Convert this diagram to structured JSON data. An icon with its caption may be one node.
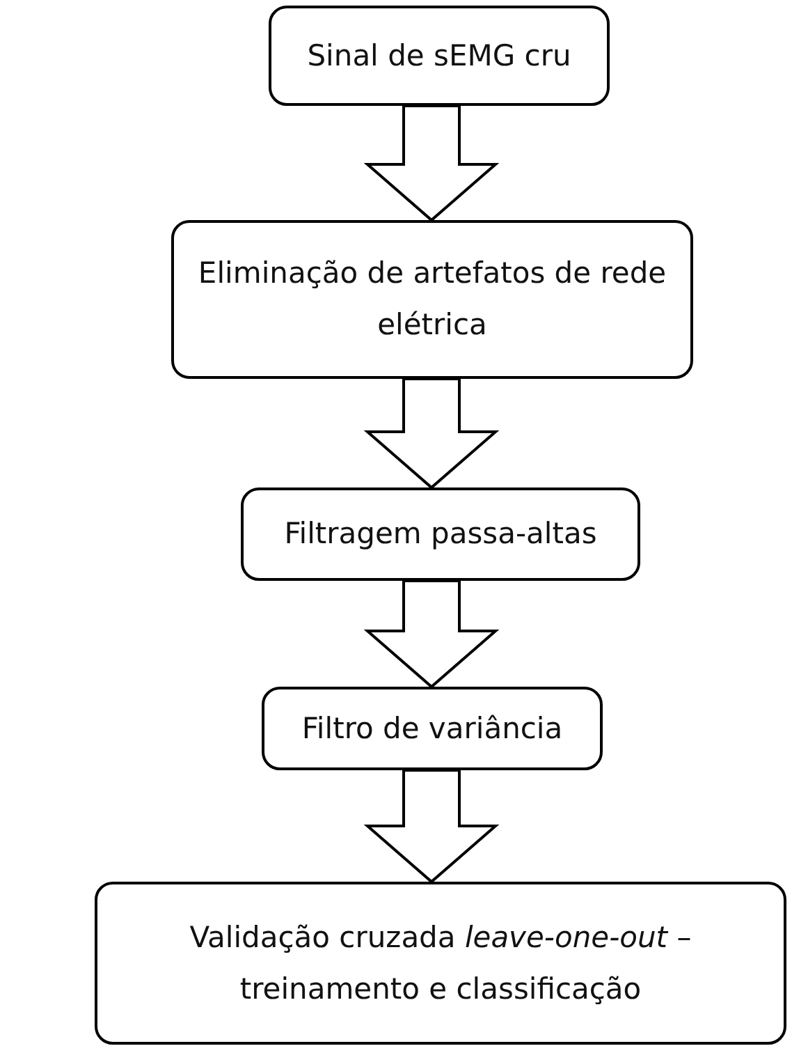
{
  "diagram": {
    "nodes": [
      {
        "text": [
          "Sinal de sEMG cru"
        ]
      },
      {
        "text": [
          "Eliminação de artefatos de rede elétrica"
        ]
      },
      {
        "text": [
          "Filtragem passa-altas"
        ]
      },
      {
        "text": [
          "Filtro de variância"
        ]
      },
      {
        "text": [
          "Validação cruzada *leave-one-out* – treinamento e classificação"
        ]
      }
    ],
    "edges": [
      {
        "from": 0,
        "to": 1,
        "arrow": "to"
      },
      {
        "from": 1,
        "to": 2,
        "arrow": "to"
      },
      {
        "from": 2,
        "to": 3,
        "arrow": "to"
      },
      {
        "from": 3,
        "to": 4,
        "arrow": "to"
      }
    ]
  }
}
